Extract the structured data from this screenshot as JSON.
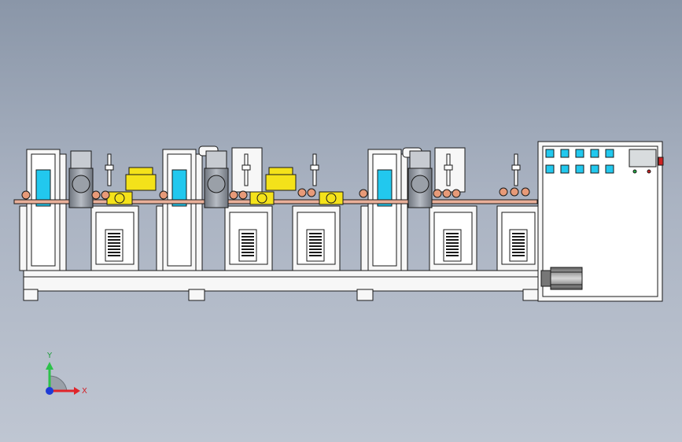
{
  "viewport": {
    "title": ""
  },
  "triad": {
    "x_label": "X",
    "y_label": "Y"
  },
  "colors": {
    "frame": "#f7f7f7",
    "outline": "#1a1a1a",
    "panel_blue": "#22c8ee",
    "motor_gray": "#8f959e",
    "yellow": "#f4e21a",
    "roller": "#e79a78",
    "axis_x": "#e0242a",
    "axis_y": "#2cc14a",
    "axis_z": "#1e3bd6"
  },
  "parts": {
    "spindle_units": 3,
    "control_cabinet_buttons": 10,
    "drive_motor": 1
  }
}
